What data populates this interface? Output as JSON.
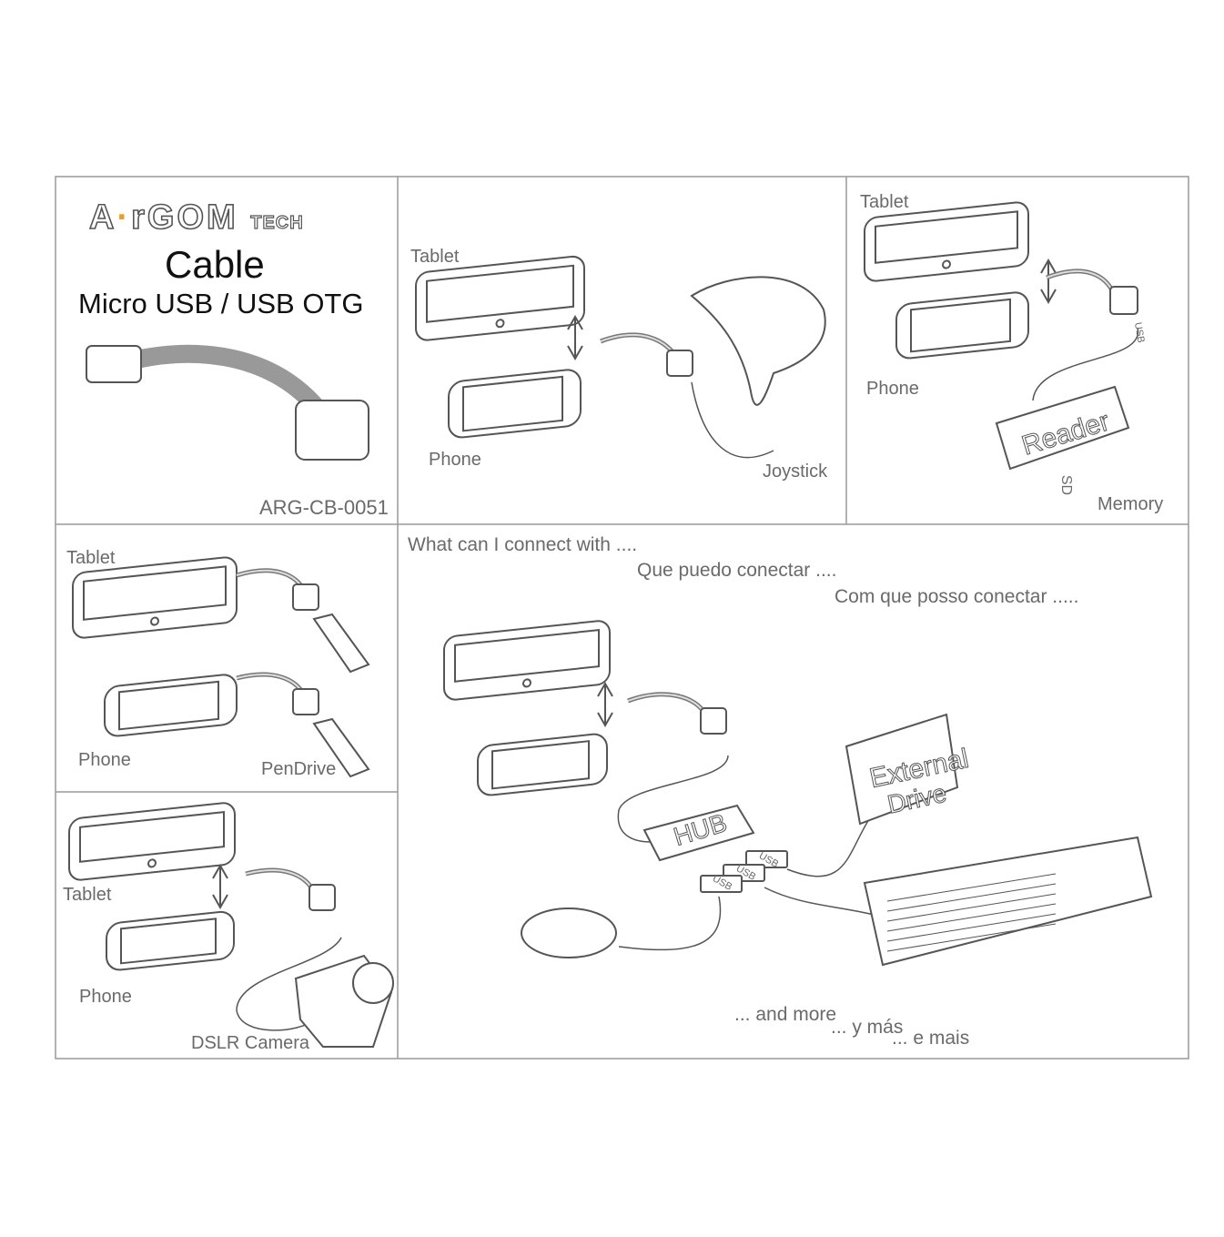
{
  "product": {
    "brand_logo": "ARGOM TECH",
    "title": "Cable",
    "subtitle": "Micro USB / USB OTG",
    "model": "ARG-CB-0051"
  },
  "panels": {
    "joystick": {
      "tablet": "Tablet",
      "phone": "Phone",
      "device": "Joystick"
    },
    "reader": {
      "tablet": "Tablet",
      "phone": "Phone",
      "device": "Memory",
      "reader_label": "Reader",
      "sd_label": "SD",
      "usb_label": "USB"
    },
    "pendrive": {
      "tablet": "Tablet",
      "phone": "Phone",
      "device": "PenDrive"
    },
    "camera": {
      "tablet": "Tablet",
      "phone": "Phone",
      "device": "DSLR Camera"
    },
    "hub": {
      "heading_en": "What can I connect with ....",
      "heading_es": "Que puedo conectar ....",
      "heading_pt": "Com que posso conectar .....",
      "hub_label": "HUB",
      "drive_label_1": "External",
      "drive_label_2": "Drive",
      "usb_label": "USB",
      "more_en": "... and more",
      "more_es": "... y más",
      "more_pt": "... e mais"
    }
  },
  "colors": {
    "line": "#555555",
    "border": "#999999",
    "accent": "#f39a1e"
  }
}
